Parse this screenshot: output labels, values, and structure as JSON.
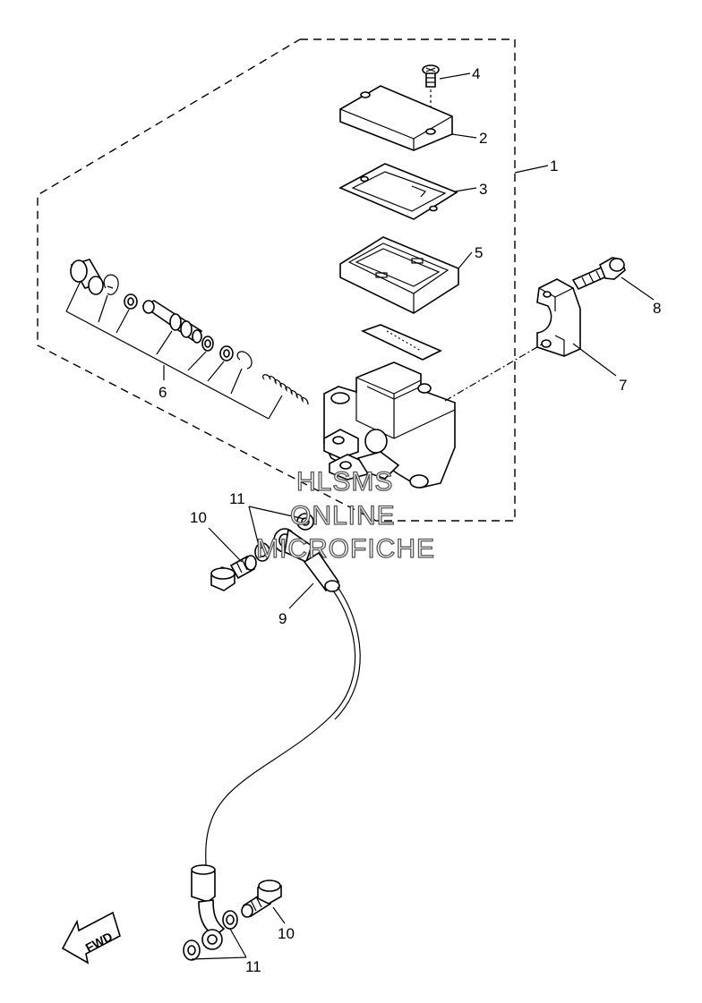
{
  "callouts": {
    "c1": "1",
    "c2": "2",
    "c3": "3",
    "c4": "4",
    "c5": "5",
    "c6": "6",
    "c7": "7",
    "c8": "8",
    "c9": "9",
    "c10a": "10",
    "c10b": "10",
    "c11a": "11",
    "c11b": "11"
  },
  "watermark": {
    "line1": "HLSMS",
    "line2": "ONLINE",
    "line3": "MICROFICHE"
  },
  "fwd_label": "FWD"
}
